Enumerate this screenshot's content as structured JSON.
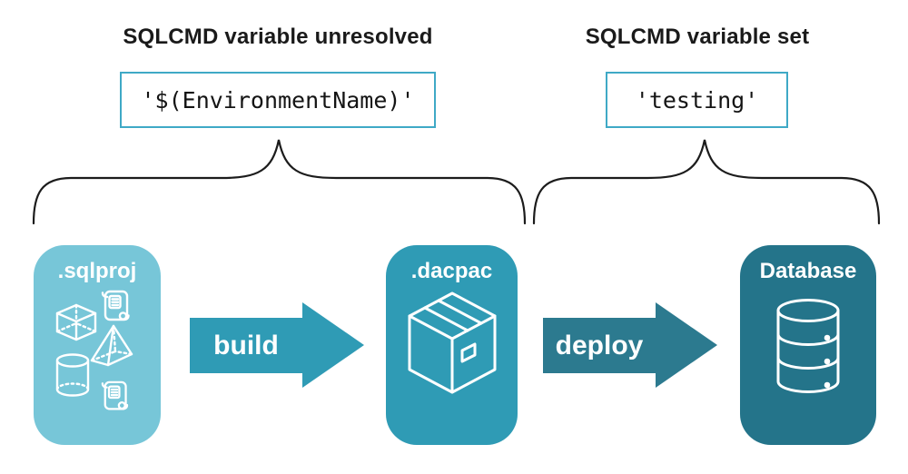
{
  "annotations": {
    "left": {
      "heading": "SQLCMD variable unresolved",
      "code": "'$(EnvironmentName)'"
    },
    "right": {
      "heading": "SQLCMD variable set",
      "code": "'testing'"
    }
  },
  "pipeline": {
    "stages": [
      {
        "id": "sqlproj",
        "label": ".sqlproj",
        "icon": "sql-objects-icons",
        "color": "#77c6d8"
      },
      {
        "id": "dacpac",
        "label": ".dacpac",
        "icon": "package-box-icon",
        "color": "#2f9bb5"
      },
      {
        "id": "database",
        "label": "Database",
        "icon": "database-cylinder-icon",
        "color": "#24748a"
      }
    ],
    "arrows": [
      {
        "label": "build",
        "color": "#2f9bb5"
      },
      {
        "label": "deploy",
        "color": "#2c7a8f"
      }
    ]
  },
  "colors": {
    "background": "#ffffff",
    "heading_text": "#1a1a1a",
    "code_text": "#141414",
    "code_box_border": "#3fa9c6",
    "brace_stroke": "#1c1c1c",
    "icon_stroke": "#ffffff"
  }
}
